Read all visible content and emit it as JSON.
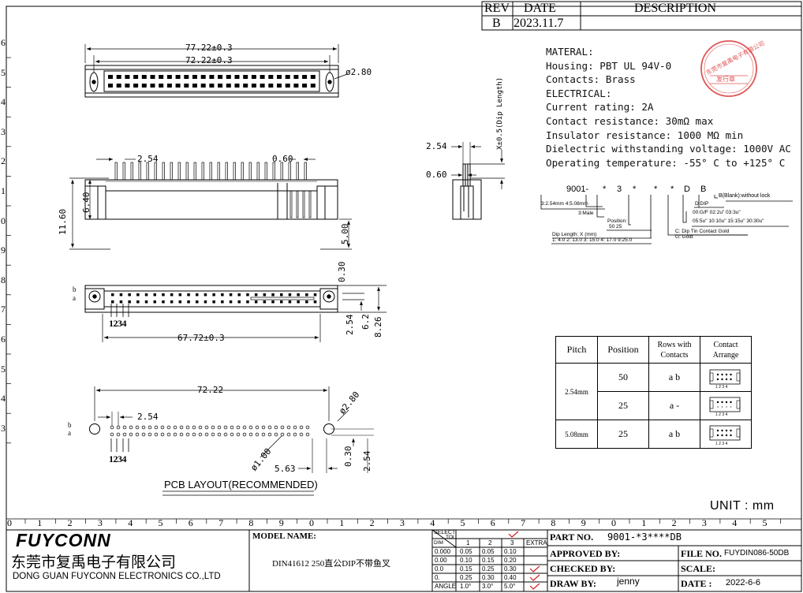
{
  "revision": {
    "headers": {
      "rev": "REV",
      "date": "DATE",
      "description": "DESCRIPTION"
    },
    "rows": [
      {
        "rev": "B",
        "date": "2023.11.7",
        "description": ""
      }
    ]
  },
  "materials": {
    "lines": [
      "MATERAL:",
      "Housing: PBT UL 94V-0",
      "Contacts: Brass",
      "ELECTRICAL:",
      "Current rating: 2A",
      "Contact resistance: 30mΩ max",
      "Insulator resistance: 1000 MΩ min",
      "Dielectric withstanding voltage: 1000V  AC",
      "Operating temperature: -55° C to +125° C"
    ]
  },
  "stamp": {
    "ring_text": "东莞市复禹电子有限公司",
    "center_text": "发行章"
  },
  "part_code": {
    "root": "9001-",
    "fields": [
      "*",
      "3",
      "*",
      "*",
      "*",
      "D",
      "B"
    ],
    "notes": {
      "pitch": "3:2.54mm  4:5.08mm",
      "gender": "3:Male",
      "position_title": "Position:",
      "position_values": "50   25",
      "dip_title": "Dip Length: X  (mm)",
      "dip_values": "1: 4.0  2: 13.0  3: 15.0  4: 17.0  9:25.0",
      "plating_title": "C: Dip Tin Contact Gold",
      "plating_gold": "G: Gold",
      "gold_thickness": "00:G/F    02:2u\"    03:3u\"",
      "gold_thickness_2": "05:5u\"   10:10u\"   15:15u\"  30:30u\"",
      "dip": "D:DIP",
      "lock": "B(Blank):without lock"
    }
  },
  "dimensions": {
    "top_overall": "77.22±0.3",
    "top_inner": "72.22±0.3",
    "hole_dia": "ø2.80",
    "pitch": "2.54",
    "pin_width": "0.60",
    "height_total": "11.60",
    "height_body": "6.40",
    "pin_length": "5.00",
    "bottom_span": "67.72±0.3",
    "offset": "0.30",
    "row_pitch": "2.54",
    "depth": "6.2",
    "depth_total": "8.26",
    "side_pitch": "2.54",
    "side_pin": "0.60",
    "dip_length": "X±0.5(Dip Length)",
    "pcb_span": "72.22",
    "pcb_hole": "ø2.80",
    "pcb_pitch": "2.54",
    "pcb_pin_hole": "ø1.00",
    "pcb_edge": "5.63",
    "pcb_offset": "0.30",
    "pcb_row_pitch": "2.54",
    "row_a": "a",
    "row_b": "b",
    "pin_numbers": "1234"
  },
  "pcb_layout_label": "PCB LAYOUT(RECOMMENDED)",
  "unit_label": "UNIT : mm",
  "position_table": {
    "headers": [
      "Pitch",
      "Position",
      "Rows with Contacts",
      "Contact Arrange"
    ],
    "rows": [
      {
        "pitch": "2.54mm",
        "position": "50",
        "rows": "a   b"
      },
      {
        "pitch": "",
        "position": "25",
        "rows": "a   -"
      },
      {
        "pitch": "5.08mm",
        "position": "25",
        "rows": "a   b"
      }
    ],
    "mini_pins": "1 2 3 4"
  },
  "ruler": {
    "bottom": [
      "0",
      "1",
      "2",
      "3",
      "4",
      "5",
      "6",
      "7",
      "8",
      "9",
      "0",
      "1",
      "2",
      "3",
      "4",
      "5",
      "6",
      "7",
      "8",
      "9",
      "0",
      "1",
      "2",
      "3",
      "4",
      "5"
    ],
    "left": [
      "6",
      "5",
      "4",
      "3",
      "2",
      "1",
      "0",
      "9",
      "8",
      "7",
      "6",
      "5",
      "4",
      "3"
    ]
  },
  "title_block": {
    "company_logo": "FUYCONN",
    "company_cn": "东莞市复禹电子有限公司",
    "company_en": "DONG GUAN FUYCONN ELECTRONICS CO.,LTD",
    "model_label": "MODEL NAME:",
    "model_value": "DIN41612  250直公DIP不带鱼叉",
    "tolerance": {
      "select_label": "SELECT",
      "tol_label": "TOL",
      "dim_label": "DIM",
      "columns": [
        "1",
        "2",
        "3",
        "EXTRA"
      ],
      "rows": [
        {
          "dim": "0.000",
          "values": [
            "0.05",
            "0.05",
            "0.10"
          ]
        },
        {
          "dim": "0.00",
          "values": [
            "0.10",
            "0.15",
            "0.20"
          ]
        },
        {
          "dim": "0.0",
          "values": [
            "0.15",
            "0.25",
            "0.30"
          ]
        },
        {
          "dim": "0.",
          "values": [
            "0.25",
            "0.30",
            "0.40"
          ]
        },
        {
          "dim": "ANGLE",
          "values": [
            "1.0°",
            "3.0°",
            "5.0°"
          ]
        }
      ]
    },
    "part_no_label": "PART NO.",
    "part_no_value": "9001-*3****DB",
    "approved_label": "APPROVED BY:",
    "file_no_label": "FILE NO.",
    "file_no_value": "FUYDIN086-50DB",
    "checked_label": "CHECKED BY:",
    "scale_label": "SCALE:",
    "draw_label": "DRAW BY:",
    "draw_value": "jenny",
    "date_label": "DATE :",
    "date_value": "2022-6-6"
  },
  "colors": {
    "stamp": "#e05555",
    "check": "#d22222",
    "line": "#000000"
  }
}
